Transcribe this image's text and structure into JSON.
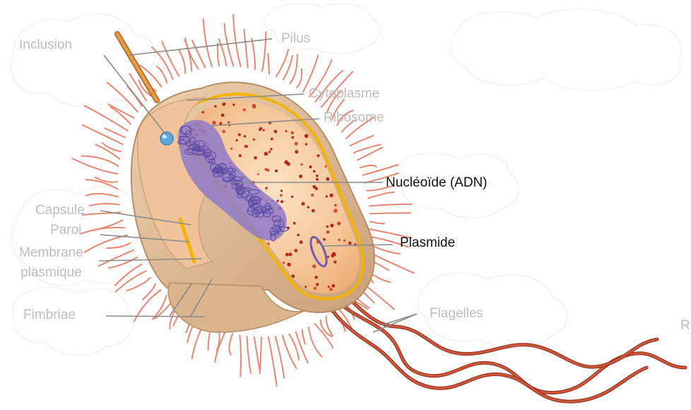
{
  "labels": {
    "inclusion": "Inclusion",
    "pilus": "Pilus",
    "cytoplasme": "Cytoplasme",
    "ribosome": "Ribosome",
    "nucleoide": "Nucléoïde (ADN)",
    "plasmide": "Plasmide",
    "capsule": "Capsule",
    "paroi": "Paroi",
    "membrane_line1": "Membrane",
    "membrane_line2": "plasmique",
    "fimbriae": "Fimbriae",
    "flagelles": "Flagelles",
    "cut_off_r": "R"
  },
  "colors": {
    "faded_label": "#bdbdbd",
    "active_label": "#111111",
    "leader_line": "#8a8a8a",
    "cytoplasm": "#f6c89a",
    "wall": "#e2b98f",
    "membrane": "#f3b400",
    "nucleoid": "#7a63b8",
    "ribosome": "#b5261c",
    "fimbriae": "#e98570",
    "flagella": "#b8402a",
    "pilus": "#d98a3a",
    "inclusion": "#5fa8e0",
    "plasmid": "#6c5bb0"
  }
}
